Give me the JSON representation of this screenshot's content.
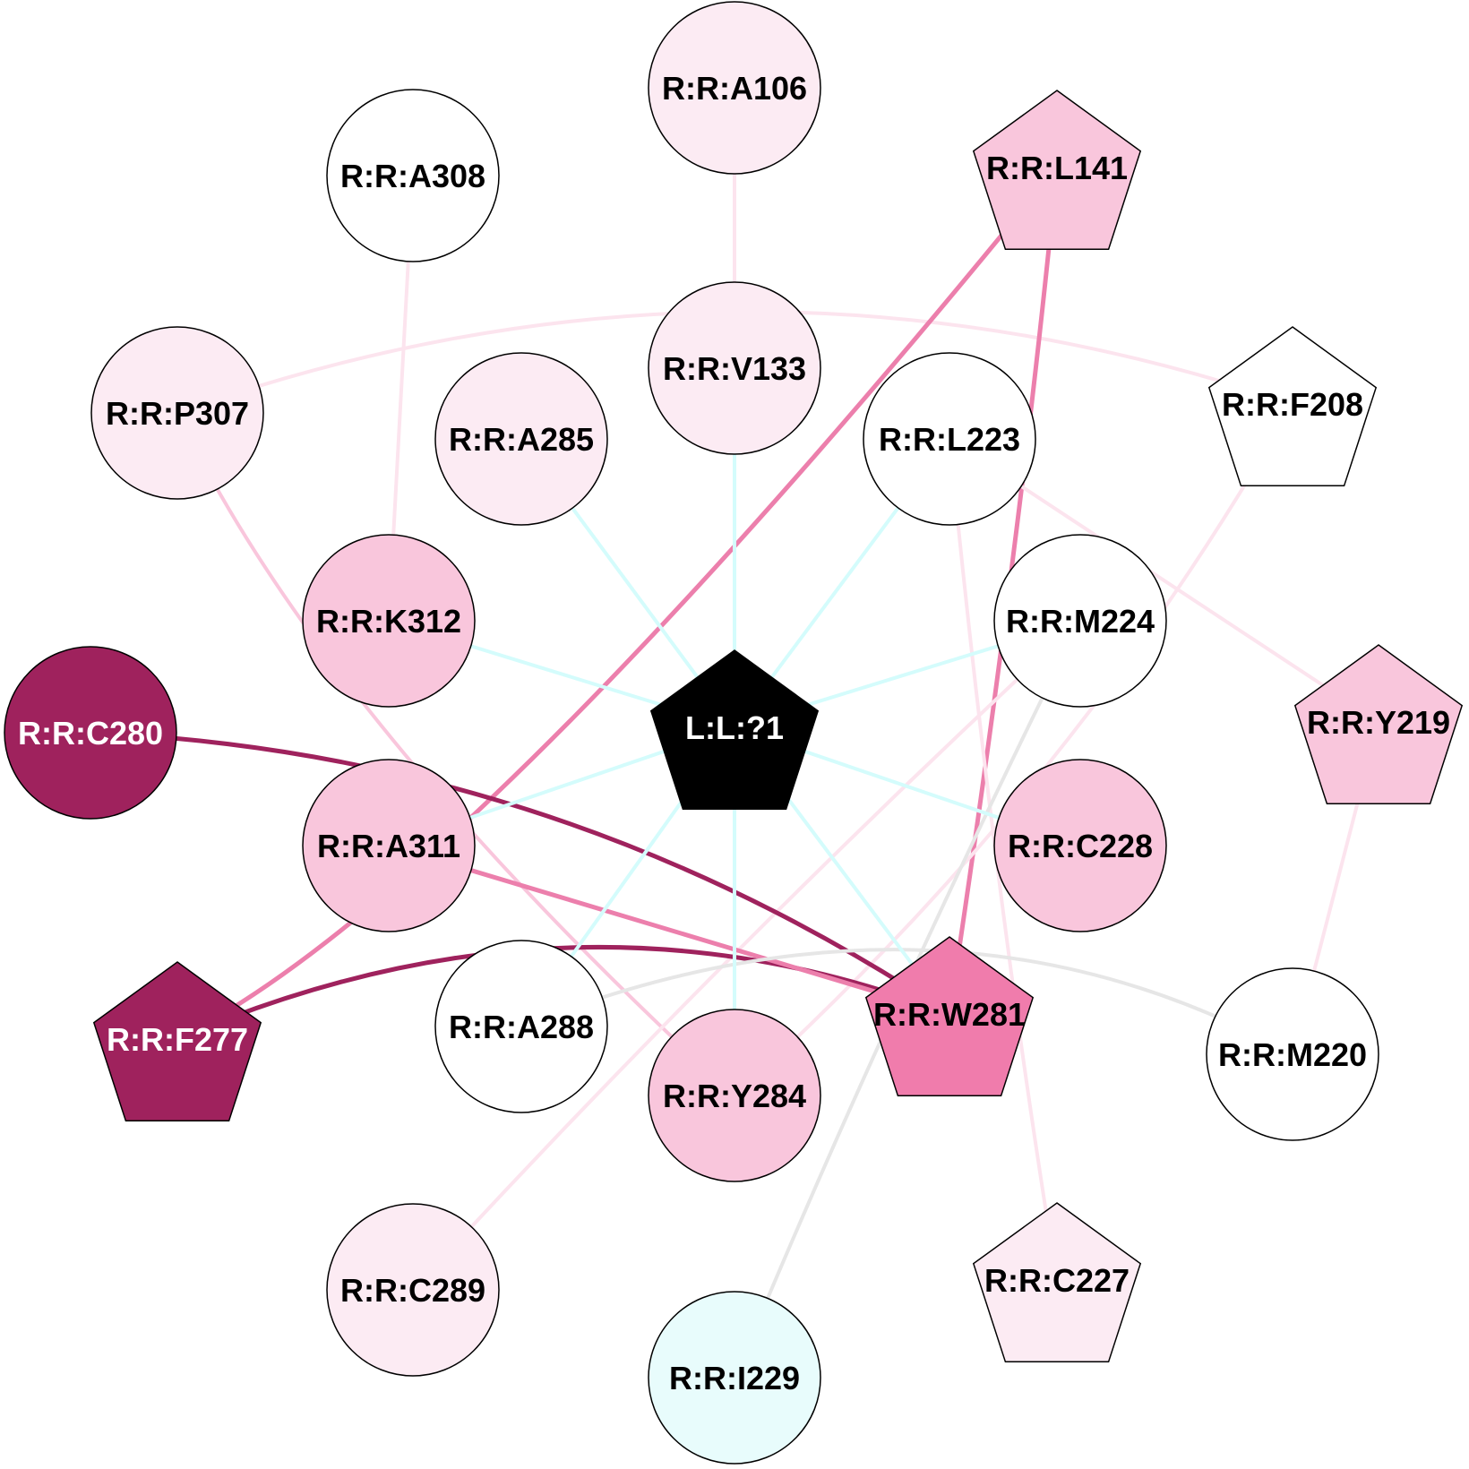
{
  "nodes": [
    {
      "id": "R:R:A106",
      "label": "R:R:A106",
      "shape": "circle",
      "fill": "#fcebf3",
      "text_color": "#000000"
    },
    {
      "id": "R:R:A308",
      "label": "R:R:A308",
      "shape": "circle",
      "fill": "#ffffff",
      "text_color": "#000000"
    },
    {
      "id": "R:R:L141",
      "label": "R:R:L141",
      "shape": "pentagon",
      "fill": "#f9c6dc",
      "text_color": "#000000"
    },
    {
      "id": "R:R:P307",
      "label": "R:R:P307",
      "shape": "circle",
      "fill": "#fcebf3",
      "text_color": "#000000"
    },
    {
      "id": "R:R:V133",
      "label": "R:R:V133",
      "shape": "circle",
      "fill": "#fcebf3",
      "text_color": "#000000"
    },
    {
      "id": "R:R:A285",
      "label": "R:R:A285",
      "shape": "circle",
      "fill": "#fcebf3",
      "text_color": "#000000"
    },
    {
      "id": "R:R:L223",
      "label": "R:R:L223",
      "shape": "circle",
      "fill": "#ffffff",
      "text_color": "#000000"
    },
    {
      "id": "R:R:F208",
      "label": "R:R:F208",
      "shape": "pentagon",
      "fill": "#ffffff",
      "text_color": "#000000"
    },
    {
      "id": "R:R:K312",
      "label": "R:R:K312",
      "shape": "circle",
      "fill": "#f9c6dc",
      "text_color": "#000000"
    },
    {
      "id": "R:R:M224",
      "label": "R:R:M224",
      "shape": "circle",
      "fill": "#ffffff",
      "text_color": "#000000"
    },
    {
      "id": "R:R:C280",
      "label": "R:R:C280",
      "shape": "circle",
      "fill": "#9f225d",
      "text_color": "#ffffff"
    },
    {
      "id": "L:L:?1",
      "label": "L:L:?1",
      "shape": "pentagon",
      "fill": "#000000",
      "text_color": "#ffffff"
    },
    {
      "id": "R:R:Y219",
      "label": "R:R:Y219",
      "shape": "pentagon",
      "fill": "#f9c6dc",
      "text_color": "#000000"
    },
    {
      "id": "R:R:A311",
      "label": "R:R:A311",
      "shape": "circle",
      "fill": "#f9c6dc",
      "text_color": "#000000"
    },
    {
      "id": "R:R:C228",
      "label": "R:R:C228",
      "shape": "circle",
      "fill": "#f9c6dc",
      "text_color": "#000000"
    },
    {
      "id": "R:R:W281",
      "label": "R:R:W281",
      "shape": "pentagon",
      "fill": "#f07cac",
      "text_color": "#000000"
    },
    {
      "id": "R:R:F277",
      "label": "R:R:F277",
      "shape": "pentagon",
      "fill": "#9f225d",
      "text_color": "#ffffff"
    },
    {
      "id": "R:R:A288",
      "label": "R:R:A288",
      "shape": "circle",
      "fill": "#ffffff",
      "text_color": "#000000"
    },
    {
      "id": "R:R:Y284",
      "label": "R:R:Y284",
      "shape": "circle",
      "fill": "#f9c6dc",
      "text_color": "#000000"
    },
    {
      "id": "R:R:M220",
      "label": "R:R:M220",
      "shape": "circle",
      "fill": "#ffffff",
      "text_color": "#000000"
    },
    {
      "id": "R:R:C289",
      "label": "R:R:C289",
      "shape": "circle",
      "fill": "#fcebf3",
      "text_color": "#000000"
    },
    {
      "id": "R:R:C227",
      "label": "R:R:C227",
      "shape": "pentagon",
      "fill": "#fcebf3",
      "text_color": "#000000"
    },
    {
      "id": "R:R:I229",
      "label": "R:R:I229",
      "shape": "circle",
      "fill": "#e8fcfc",
      "text_color": "#000000"
    }
  ],
  "edges": [
    {
      "from": "R:R:A106",
      "to": "R:R:V133",
      "color": "#fce4ee"
    },
    {
      "from": "R:R:A308",
      "to": "R:R:K312",
      "color": "#fce4ee"
    },
    {
      "from": "R:R:P307",
      "to": "R:R:F208",
      "color": "#fce4ee"
    },
    {
      "from": "R:R:P307",
      "to": "R:R:Y284",
      "color": "#f9c6dc"
    },
    {
      "from": "R:R:L141",
      "to": "R:R:F277",
      "color": "#ec7fac"
    },
    {
      "from": "R:R:L141",
      "to": "R:R:W281",
      "color": "#ec7fac"
    },
    {
      "from": "R:R:L223",
      "to": "R:R:Y219",
      "color": "#fce4ee"
    },
    {
      "from": "R:R:L223",
      "to": "R:R:C227",
      "color": "#fce4ee"
    },
    {
      "from": "R:R:F208",
      "to": "R:R:Y284",
      "color": "#fce4ee"
    },
    {
      "from": "R:R:M224",
      "to": "R:R:C289",
      "color": "#fce4ee"
    },
    {
      "from": "R:R:M224",
      "to": "R:R:I229",
      "color": "#e6e6e6"
    },
    {
      "from": "R:R:C280",
      "to": "R:R:W281",
      "color": "#9f225d"
    },
    {
      "from": "R:R:F277",
      "to": "R:R:W281",
      "color": "#9f225d"
    },
    {
      "from": "R:R:A311",
      "to": "R:R:W281",
      "color": "#ec7fac"
    },
    {
      "from": "R:R:Y219",
      "to": "R:R:M220",
      "color": "#fce4ee"
    },
    {
      "from": "R:R:A288",
      "to": "R:R:M220",
      "color": "#e6e6e6"
    },
    {
      "from": "L:L:?1",
      "to": "R:R:V133",
      "color": "#d4fcfc"
    },
    {
      "from": "L:L:?1",
      "to": "R:R:A285",
      "color": "#d4fcfc"
    },
    {
      "from": "L:L:?1",
      "to": "R:R:L223",
      "color": "#d4fcfc"
    },
    {
      "from": "L:L:?1",
      "to": "R:R:K312",
      "color": "#d4fcfc"
    },
    {
      "from": "L:L:?1",
      "to": "R:R:M224",
      "color": "#d4fcfc"
    },
    {
      "from": "L:L:?1",
      "to": "R:R:A311",
      "color": "#d4fcfc"
    },
    {
      "from": "L:L:?1",
      "to": "R:R:C228",
      "color": "#d4fcfc"
    },
    {
      "from": "L:L:?1",
      "to": "R:R:W281",
      "color": "#d4fcfc"
    },
    {
      "from": "L:L:?1",
      "to": "R:R:A288",
      "color": "#d4fcfc"
    },
    {
      "from": "L:L:?1",
      "to": "R:R:Y284",
      "color": "#d4fcfc"
    }
  ]
}
